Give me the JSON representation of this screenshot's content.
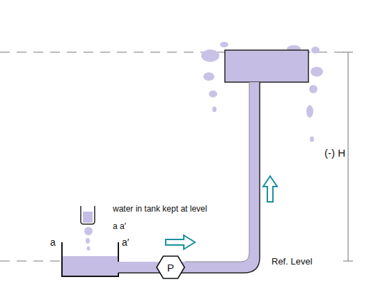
{
  "diagram": {
    "nodes": [
      {
        "text": [
          "P"
        ]
      }
    ],
    "labels": [
      "a",
      "a′",
      "water in tank kept at level a a′",
      "(-) H",
      "Ref. Level"
    ]
  }
}
